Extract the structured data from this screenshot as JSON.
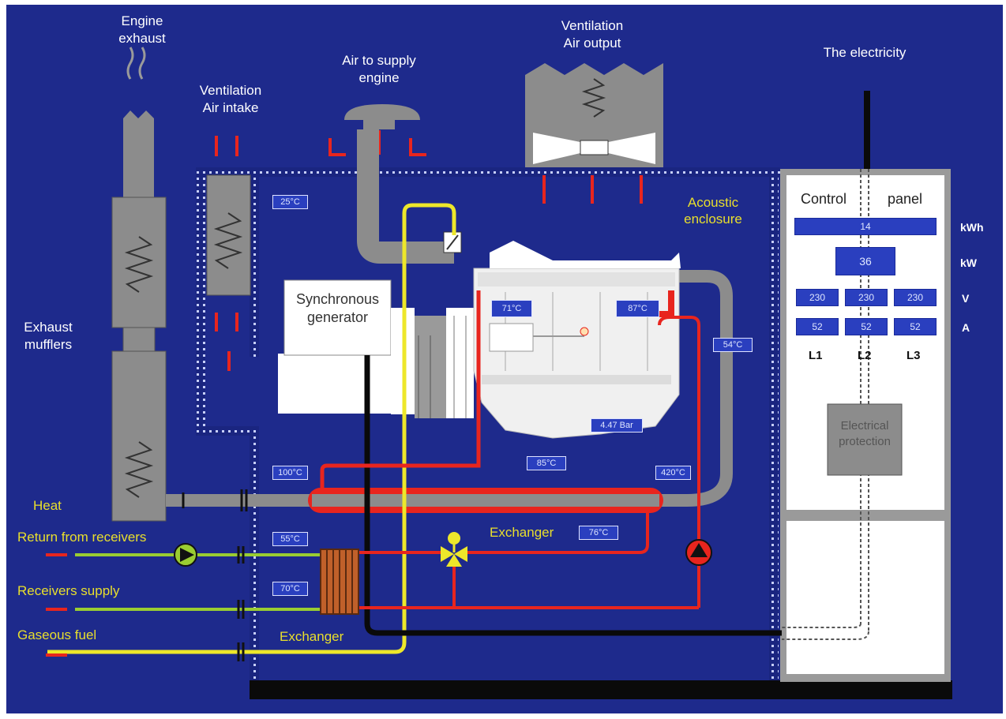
{
  "colors": {
    "background": "#1e2a8c",
    "enclosure_fill": "#1a2580",
    "pipe_gray": "#8c8c8c",
    "heat_red": "#e8251e",
    "fuel_yellow": "#ede72a",
    "water_green": "#9acd32",
    "cable_black": "#0a0a0a",
    "label_yellow": "#e9df2c",
    "readout_blue": "#2a3fbf"
  },
  "labels": {
    "engine_exhaust": "Engine\nexhaust",
    "ventilation_air_intake": "Ventilation\nAir intake",
    "air_to_supply_engine": "Air to supply\nengine",
    "ventilation_air_output": "Ventilation\nAir output",
    "the_electricity": "The electricity",
    "exhaust_mufflers": "Exhaust\nmufflers",
    "synchronous_generator": "Synchronous\ngenerator",
    "acoustic_enclosure": "Acoustic\nenclosure",
    "heat": "Heat",
    "return_from_receivers": "Return from receivers",
    "receivers_supply": "Receivers supply",
    "gaseous_fuel": "Gaseous fuel",
    "exchanger_main": "Exchanger",
    "exchanger_small": "Exchanger",
    "control_panel_left": "Control",
    "control_panel_right": "panel",
    "electrical_protection": "Electrical\nprotection"
  },
  "readouts": {
    "inside_temp": "25°C",
    "engine_temp_left": "71°C",
    "engine_temp_right": "87°C",
    "right_wall_temp": "54°C",
    "oil_pressure": "4.47 Bar",
    "oil_temp": "85°C",
    "exhaust_in_temp": "100°C",
    "exhaust_out_temp": "420°C",
    "return_temp": "55°C",
    "supply_temp": "70°C",
    "exchanger_temp": "76°C"
  },
  "control_panel": {
    "kwh_value": "14",
    "kw_value": "36",
    "voltage": [
      "230",
      "230",
      "230"
    ],
    "current": [
      "52",
      "52",
      "52"
    ],
    "units": [
      "kWh",
      "kW",
      "V",
      "A"
    ],
    "phases": [
      "L1",
      "L2",
      "L3"
    ]
  }
}
